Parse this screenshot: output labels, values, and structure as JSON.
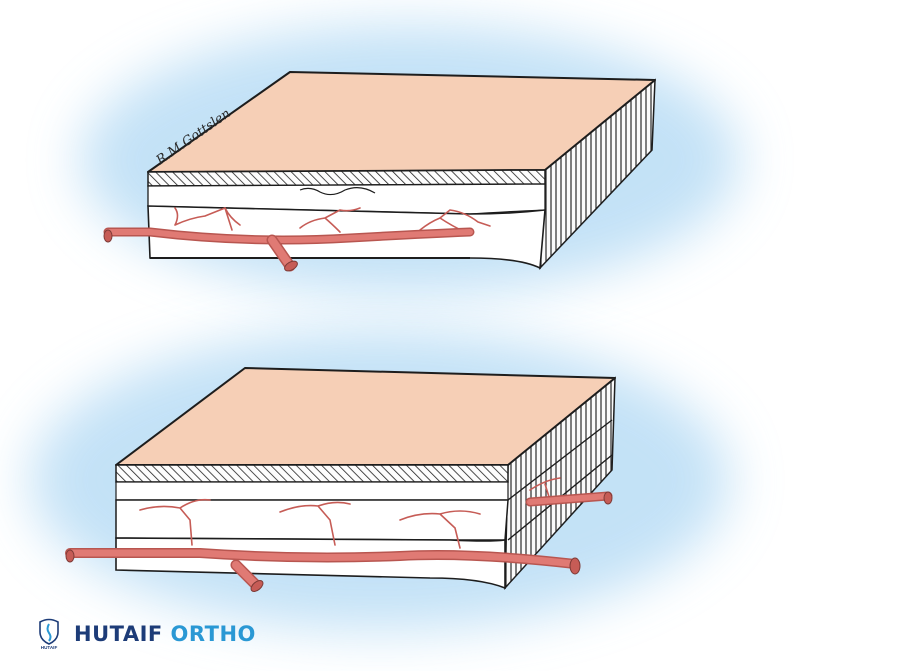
{
  "brand": {
    "word1": "HUTAIF",
    "word2": "ORTHO",
    "logo_small_text": "HUTAIF",
    "logo_icon": "shield-spine-icon"
  },
  "illustration": {
    "signature_text": "R.M.Gottslen",
    "colors": {
      "skin_top": "#f6cfb6",
      "glow": "#b9ddf5",
      "vessel": "#e07a74",
      "vessel_stroke": "#b85650",
      "fat": "#ffffff",
      "ink": "#1d1d1d"
    }
  }
}
